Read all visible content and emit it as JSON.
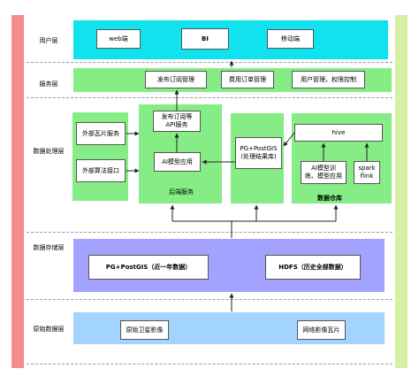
{
  "colors": {
    "left_bar": "#f48c8c",
    "right_bar": "#d4f0a0",
    "user_layer": "#11e3ee",
    "service_layer": "#86ed86",
    "storage_layer": "#a3a2ff",
    "raw_layer": "#a3d3ff",
    "arrow": "#222222"
  },
  "layers": {
    "user": "用户层",
    "service": "服务层",
    "processing": "数据处理层",
    "storage": "数据存储层",
    "raw": "原始数据层"
  },
  "user_layer": {
    "web": "web端",
    "bi": "BI",
    "mobile": "移动端"
  },
  "service_layer": {
    "publish_mgmt": "发布订阅管理",
    "billing": "费用订单管理",
    "user_perm": "用户管理，权限控制"
  },
  "processing": {
    "ext_tile_service": "外部瓦片服务",
    "ext_algo_api": "外部算法接口",
    "publish_api": "发布订阅等\nAPI服务",
    "ai_app": "AI模型应用",
    "backend_label": "后端服务",
    "pg_result": "PG+PostGIS\n(处理结果库)",
    "hive": "hive",
    "ai_train": "AI模型训\n练、模型应用",
    "spark_flink": "spark\nflink",
    "warehouse_label": "数据仓库"
  },
  "storage": {
    "pg_recent": "PG+PostGIS（近一年数据）",
    "hdfs_all": "HDFS（历史全部数据）"
  },
  "raw": {
    "satellite": "原始卫星影像",
    "web_tiles": "网络影像瓦片"
  }
}
